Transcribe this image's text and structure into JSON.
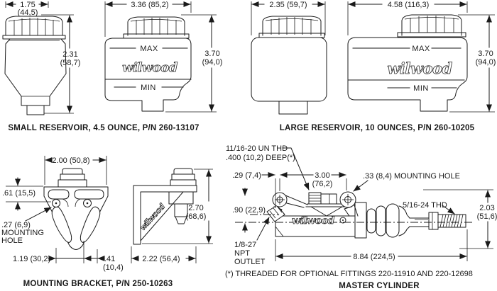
{
  "colors": {
    "ink": "#1a1a1a",
    "background": "#ffffff"
  },
  "panels": {
    "small_reservoir": {
      "caption": "SMALL RESERVOIR, 4.5 OUNCE, P/N 260-13107",
      "labels": {
        "max": "MAX",
        "min": "MIN",
        "logo": "wilwood"
      },
      "dims": {
        "width_side_in": "1.75",
        "width_side_mm": "(44,5)",
        "height_side_in": "2.31",
        "height_side_mm": "(58,7)",
        "width_front": "3.36 (85,2)",
        "height_front_in": "3.70",
        "height_front_mm": "(94,0)"
      }
    },
    "large_reservoir": {
      "caption": "LARGE RESERVOIR, 10 OUNCES, P/N 260-10205",
      "labels": {
        "max": "MAX",
        "min": "MIN",
        "logo": "wilwood"
      },
      "dims": {
        "width_side": "2.35 (59,7)",
        "width_front": "4.58 (116,3)",
        "height_front_in": "3.70",
        "height_front_mm": "(94,0)"
      }
    },
    "mounting_bracket": {
      "caption": "MOUNTING BRACKET, P/N 250-10263",
      "labels": {
        "logo": "wilwood"
      },
      "dims": {
        "width": "2.00 (50,8)",
        "top_offset": ".61 (15,5)",
        "hole_size": ".27 (6,9)",
        "hole_label_2": "MOUNTING",
        "hole_label_3": "HOLE",
        "hole_spacing": "1.19 (30,2)",
        "edge_offset_in": ".41",
        "edge_offset_mm": "(10,4)",
        "depth": "2.22 (56,4)",
        "height_in": "2.70",
        "height_mm": "(68,6)"
      }
    },
    "master_cylinder": {
      "caption": "MASTER CYLINDER",
      "footnote": "(*) THREADED FOR OPTIONAL FITTINGS 220-11910 AND 220-12698",
      "labels": {
        "logo": "wilwood"
      },
      "dims": {
        "reservoir_thread_1": "11/16-20 UN THD",
        "reservoir_thread_2": ".400 (10,2) DEEP(*)",
        "hole_offset": ".29 (7,4)",
        "hole_spacing_in": "3.00",
        "hole_spacing_mm": "(76,2)",
        "mounting_hole": ".33 (8,4) MOUNTING HOLE",
        "outlet_offset": ".90 (22,9)",
        "rod_thread": "5/16-24 THD",
        "height_in": "2.03",
        "height_mm": "(51,6)",
        "outlet_1": "1/8-27",
        "outlet_2": "NPT",
        "outlet_3": "OUTLET",
        "length": "8.84 (224,5)"
      }
    }
  }
}
